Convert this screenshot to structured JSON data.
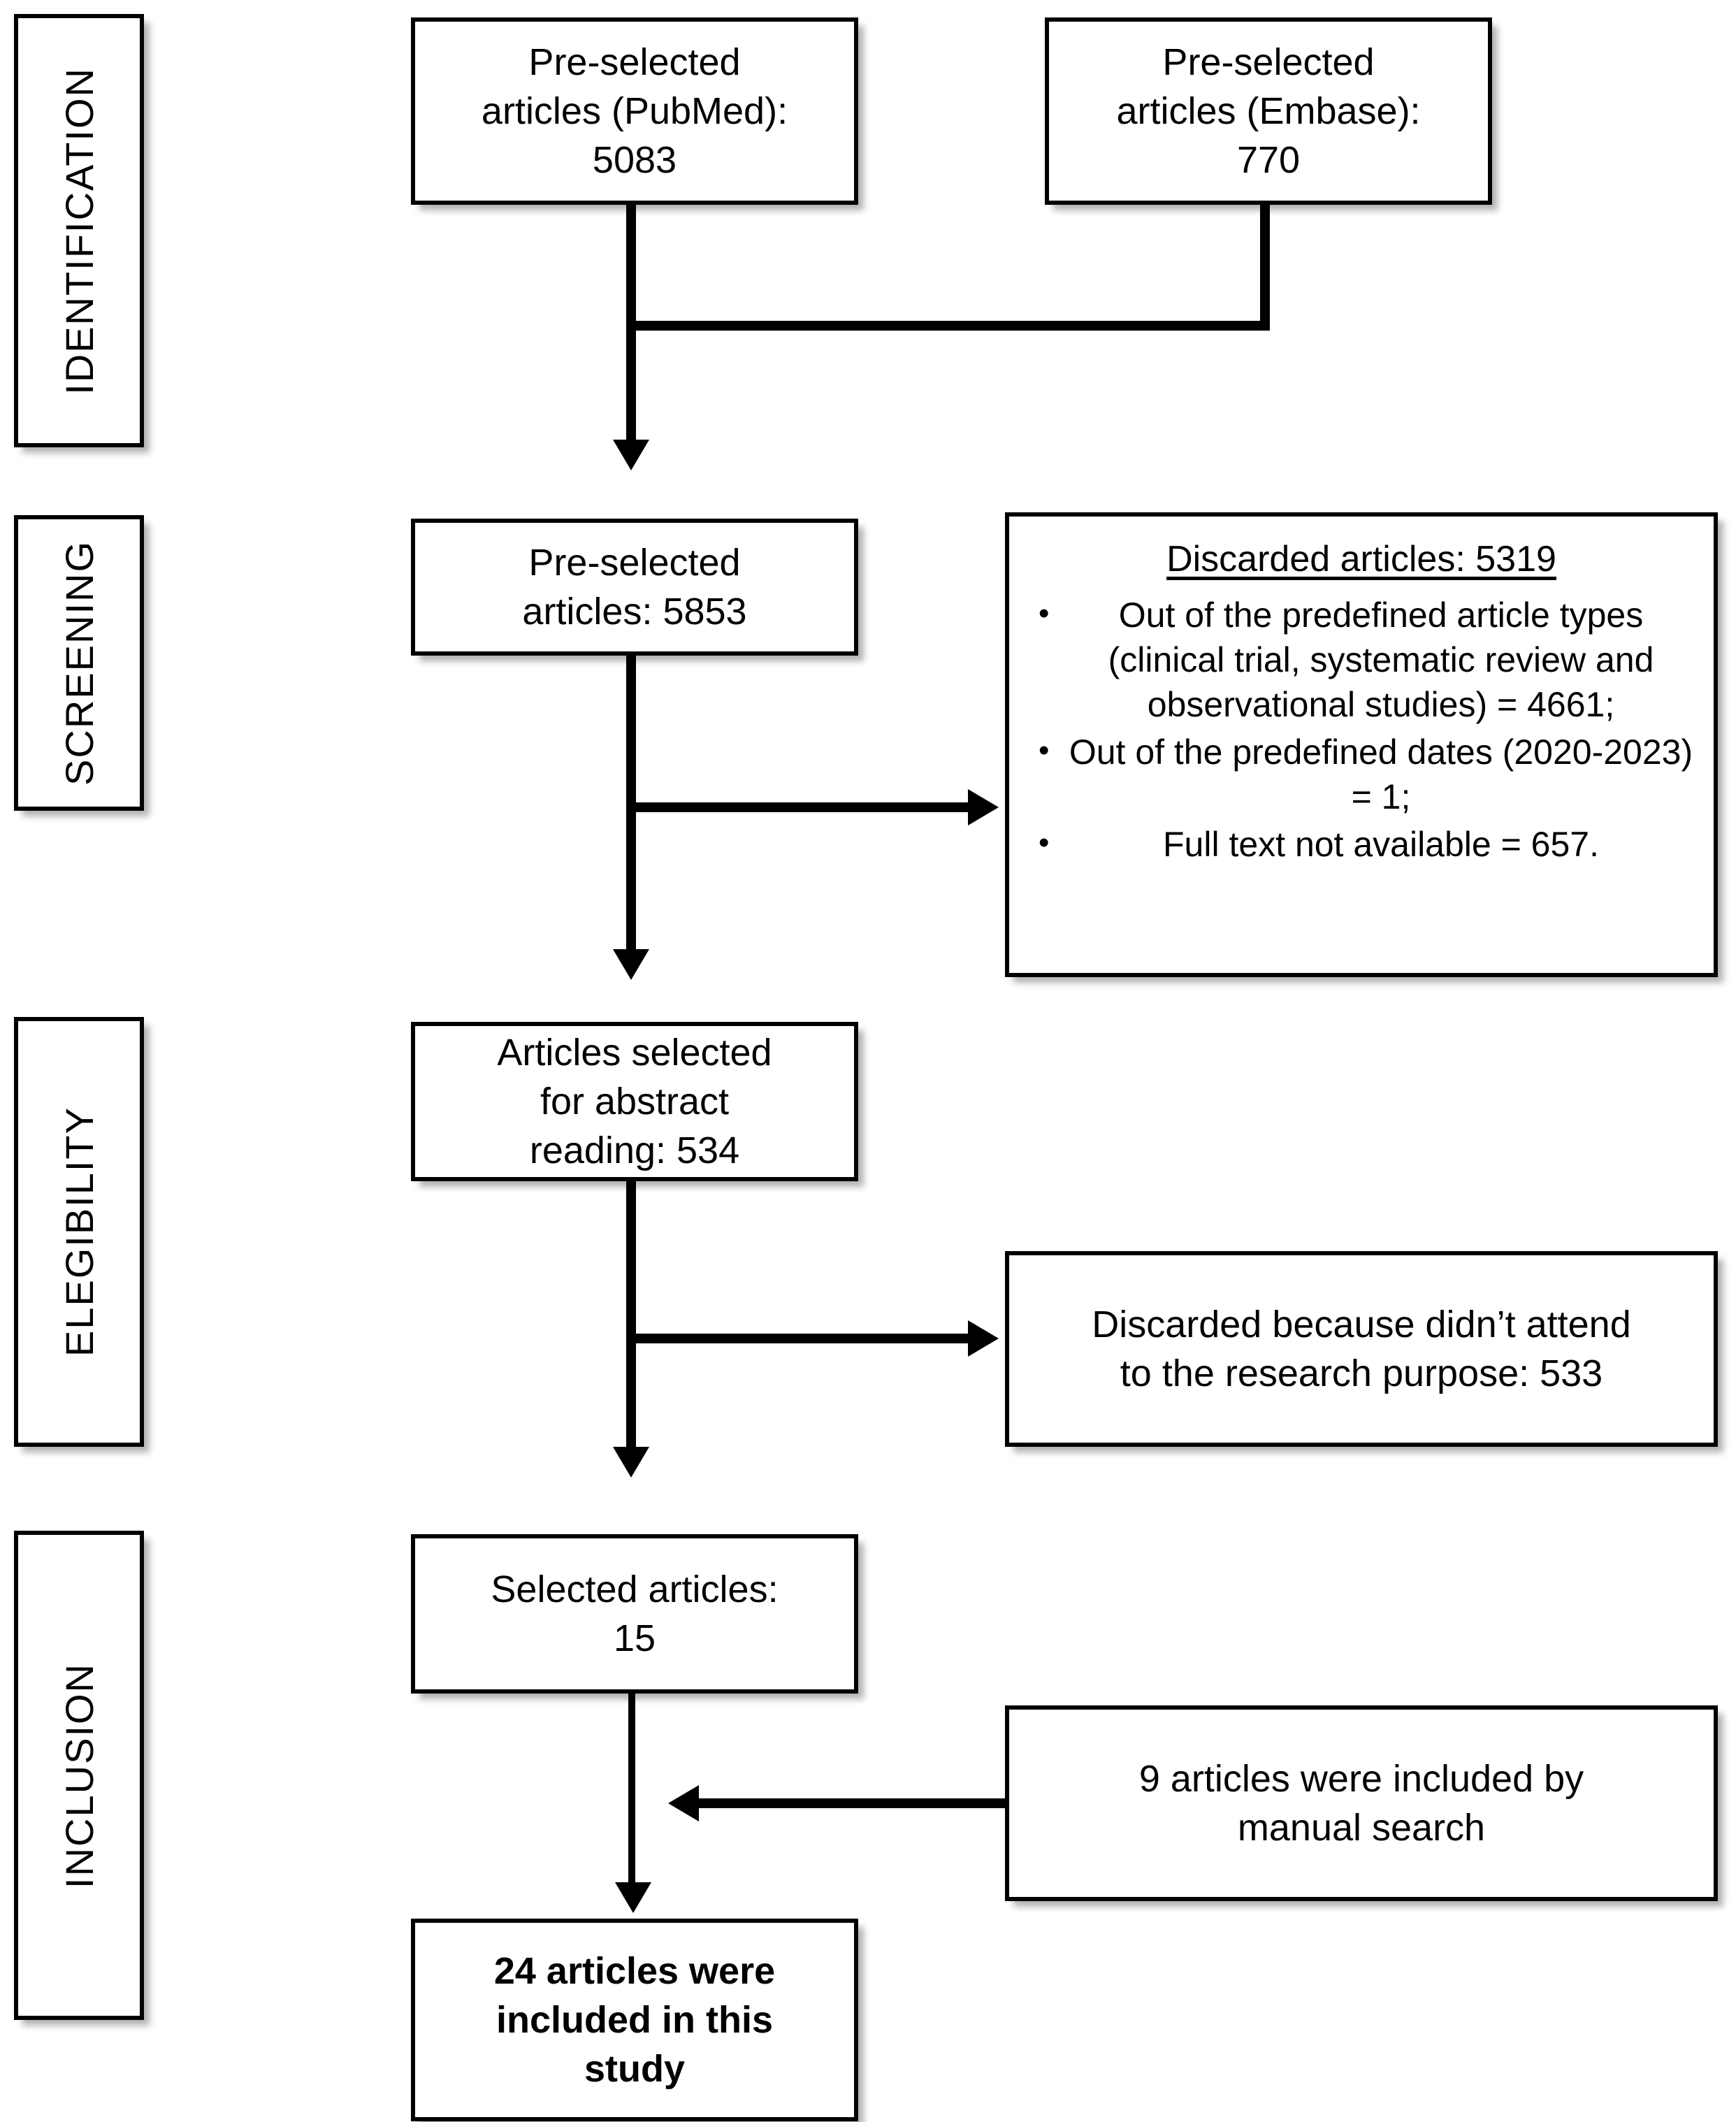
{
  "diagram": {
    "title": "PRISMA study selection flow diagram",
    "type": "flowchart",
    "ink_color": "#000000",
    "background_color": "#ffffff"
  },
  "stages": [
    {
      "id": "identification",
      "label": "IDENTIFICATION"
    },
    {
      "id": "screening",
      "label": "SCREENING"
    },
    {
      "id": "eligibility",
      "label": "ELEGIBILITY"
    },
    {
      "id": "inclusion",
      "label": "INCLUSION"
    }
  ],
  "nodes": {
    "pubmed": {
      "text": "Pre-selected\narticles (PubMed):\n5083",
      "count": 5083,
      "source": "PubMed"
    },
    "embase": {
      "text": "Pre-selected\narticles (Embase):\n770",
      "count": 770,
      "source": "Embase"
    },
    "preselected": {
      "text": "Pre-selected\narticles: 5853",
      "count": 5853
    },
    "abstract": {
      "text": "Articles selected\nfor abstract\nreading: 534",
      "count": 534
    },
    "selected": {
      "text": "Selected articles:\n15",
      "count": 15
    },
    "final": {
      "text": "24 articles were\nincluded in this\nstudy",
      "count": 24
    },
    "discarded_elig": {
      "text": "Discarded because didn’t attend\nto the research purpose: 533",
      "count": 533
    },
    "manual": {
      "text": "9 articles were included by\nmanual search",
      "count": 9
    }
  },
  "discard_box": {
    "title": "Discarded articles: 5319",
    "total": 5319,
    "reasons": [
      {
        "bullet": "•",
        "text": "Out of the predefined article types (clinical trial, systematic review and observational studies) = 4661;",
        "count": 4661
      },
      {
        "bullet": "•",
        "text": "Out of the predefined dates (2020-2023) = 1;",
        "count": 1
      },
      {
        "bullet": "•",
        "text": "Full text not available = 657.",
        "count": 657
      }
    ]
  }
}
